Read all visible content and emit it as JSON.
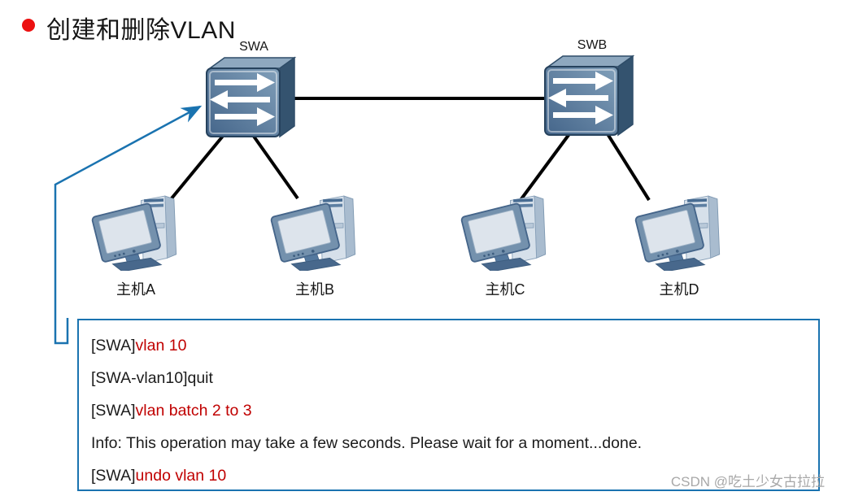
{
  "title": {
    "text": "创建和删除VLAN",
    "bullet_color": "#ec1111"
  },
  "colors": {
    "accent_blue": "#1a73b0",
    "command_red": "#c00000",
    "link_black": "#000000",
    "switch_face": "#5c7d9e",
    "watermark_gray": "#a8a8a8"
  },
  "switches": [
    {
      "label": "SWA"
    },
    {
      "label": "SWB"
    }
  ],
  "hosts": [
    {
      "label": "主机A"
    },
    {
      "label": "主机B"
    },
    {
      "label": "主机C"
    },
    {
      "label": "主机D"
    }
  ],
  "terminal": {
    "lines": [
      {
        "prompt": "[SWA]",
        "command": "vlan 10"
      },
      {
        "prompt": "[SWA-vlan10]quit",
        "command": ""
      },
      {
        "prompt": "[SWA]",
        "command": "vlan batch 2 to 3"
      },
      {
        "prompt": "Info: This operation may take a few seconds. Please wait for a moment...done.",
        "command": ""
      },
      {
        "prompt": "[SWA]",
        "command": "undo vlan 10"
      }
    ]
  },
  "watermark": {
    "text": "CSDN @吃土少女古拉拉"
  }
}
